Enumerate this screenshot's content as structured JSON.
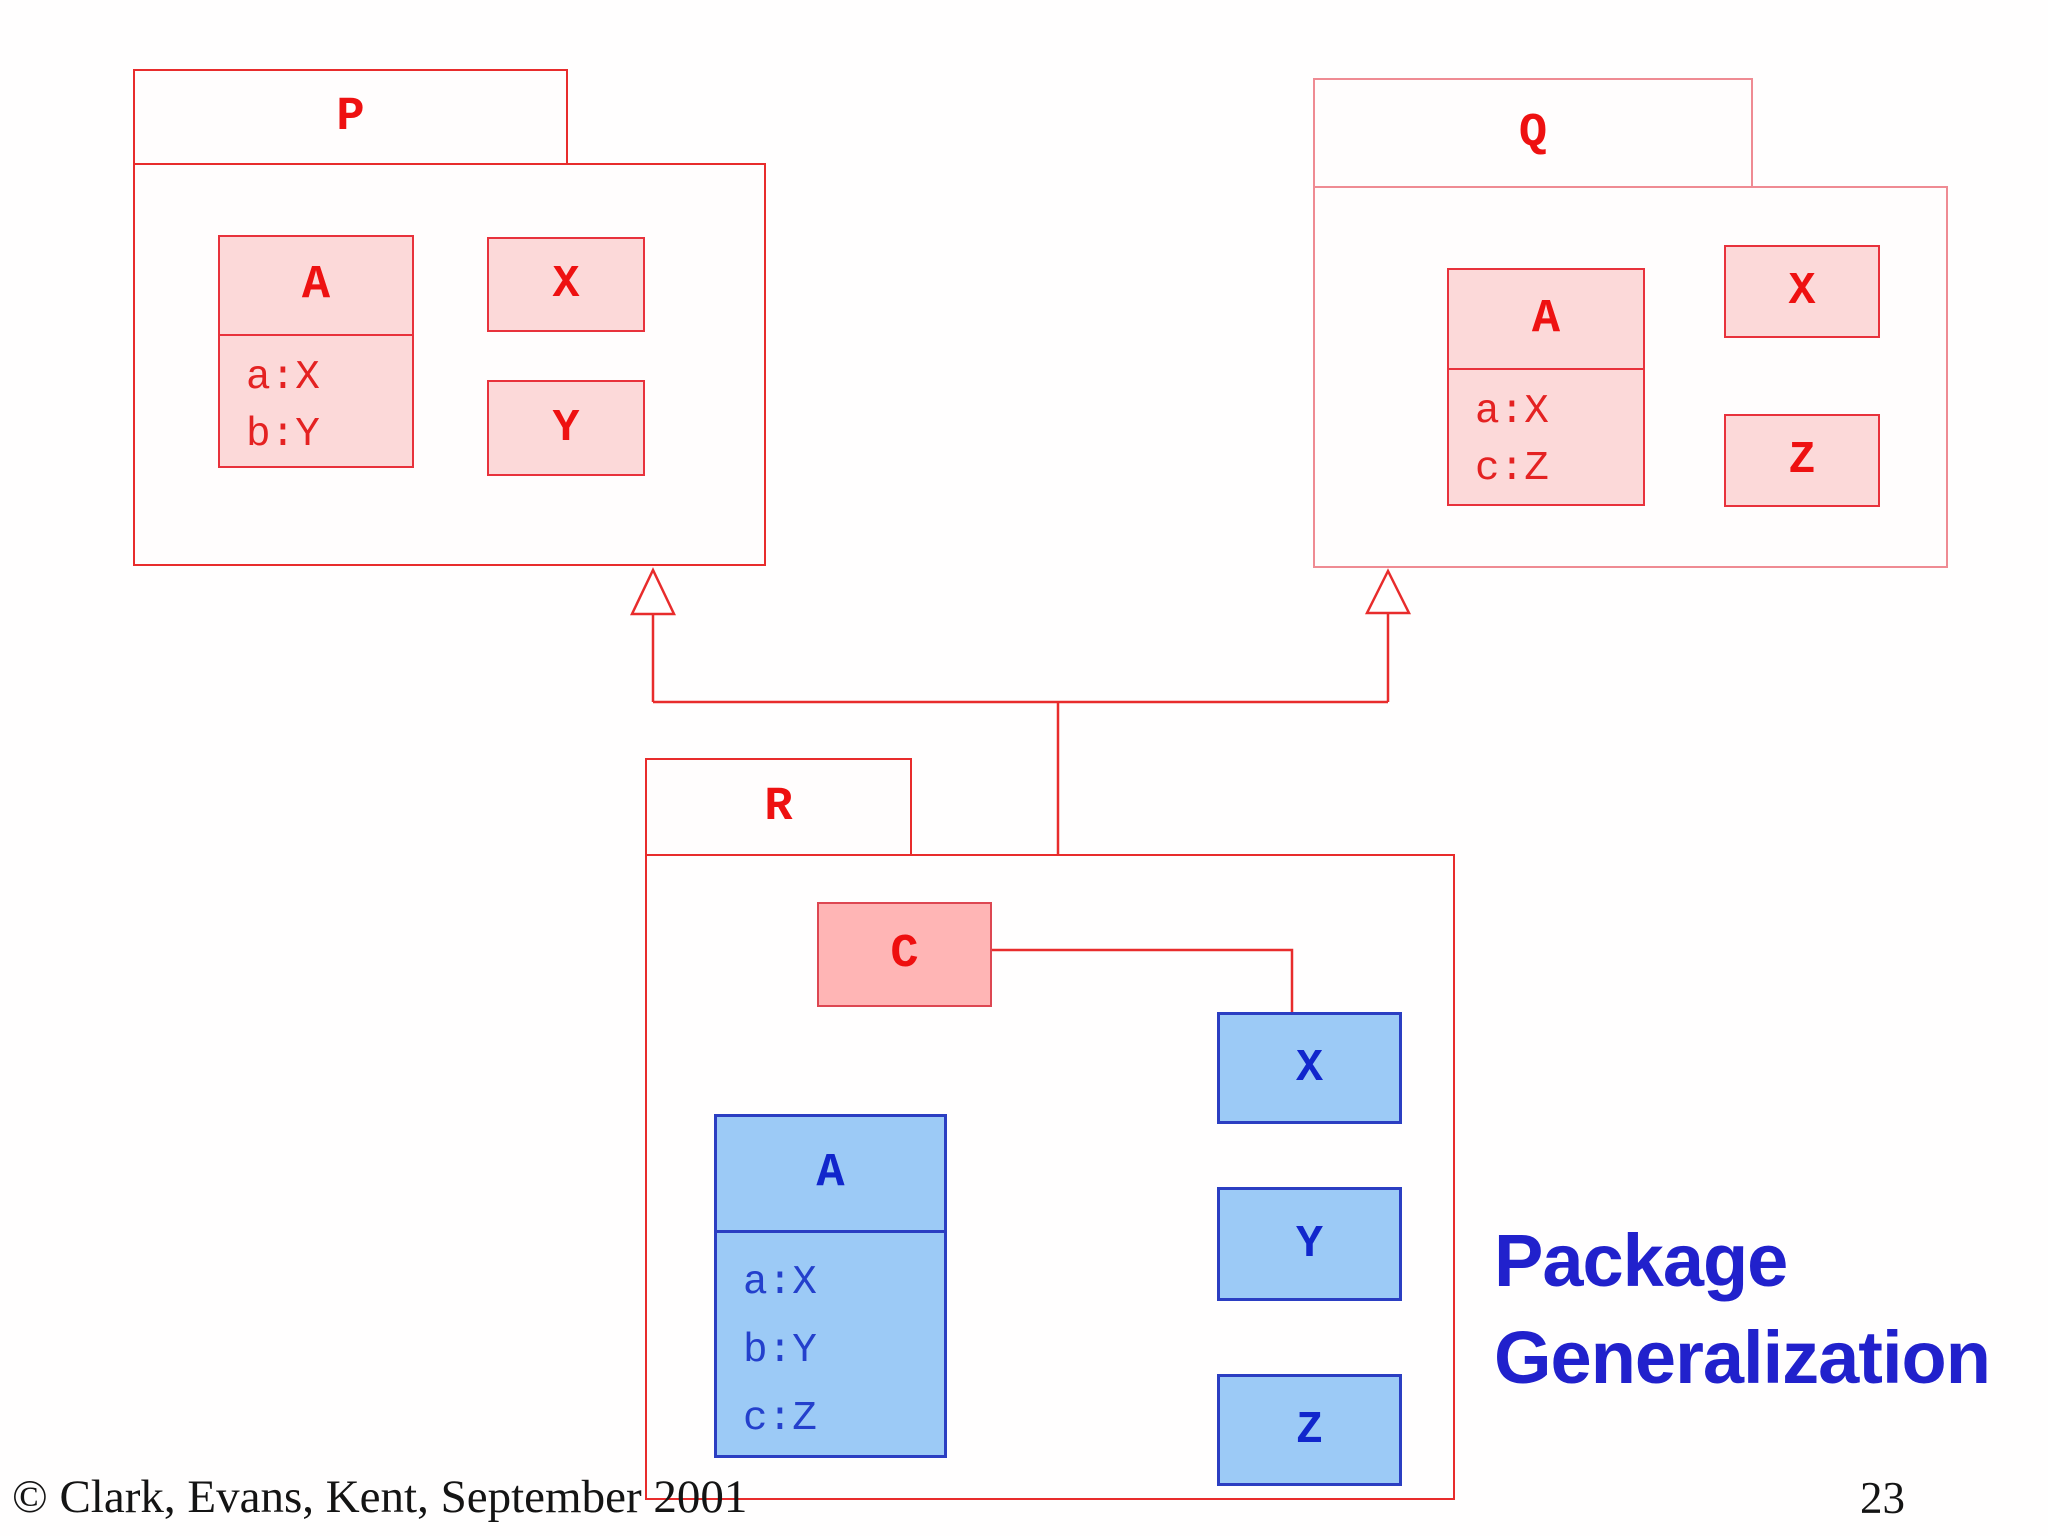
{
  "slide": {
    "title": {
      "line1": "Package",
      "line2": "Generalization"
    },
    "footer": {
      "copyright": "© Clark, Evans, Kent, September 2001",
      "page_number": "23"
    }
  },
  "packages": [
    {
      "label": "P",
      "classes": [
        {
          "label": "A",
          "attributes": [
            "a:X",
            "b:Y"
          ]
        }
      ],
      "boxes": [
        "X",
        "Y"
      ]
    },
    {
      "label": "Q",
      "classes": [
        {
          "label": "A",
          "attributes": [
            "a:X",
            "c:Z"
          ]
        }
      ],
      "boxes": [
        "X",
        "Z"
      ]
    },
    {
      "label": "R",
      "classes": [
        {
          "label": "C",
          "attributes": []
        },
        {
          "label": "A",
          "attributes": [
            "a:X",
            "b:Y",
            "c:Z"
          ]
        }
      ],
      "boxes": [
        "X",
        "Y",
        "Z"
      ]
    }
  ],
  "relations": {
    "generalization_source": "R",
    "generalization_targets": [
      "P",
      "Q"
    ],
    "association": {
      "from": "C",
      "to": "X"
    }
  },
  "colors": {
    "red_line": "#e82c2c",
    "q_package_border": "#ef8b93",
    "pink_fill": "#fcd9d9",
    "pink_border": "#e8323c",
    "salmon_fill": "#ffb5b5",
    "salmon_border": "#dd4752",
    "blue_fill": "#9ccaf6",
    "blue_border": "#2b3ec2",
    "red_label_text": "#ee1111",
    "red_attr_text": "#e42222",
    "blue_label_text": "#1126cc",
    "title_blue": "#2121cc"
  }
}
